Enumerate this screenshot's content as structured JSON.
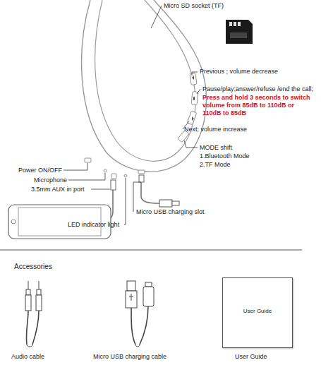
{
  "diagram": {
    "nodes": [
      {
        "text": [
          "User Guide"
        ]
      }
    ],
    "labels": [
      "Micro SD socket (TF)",
      "Previous ; volume decrease",
      "Pause/play;answer/refuse /end the call;",
      "Press and hold 3 seconds to switch volume from 85dB to 110dB or 110dB to 85dB",
      "Next; volume increase",
      "MODE shift",
      "1.Bluetooth Mode",
      "2.TF Mode",
      "Power ON/OFF",
      "Microphone",
      "3.5mm AUX in port",
      "Micro USB charging slot",
      "LED indicator light",
      "Accessories",
      "Audio cable",
      "Micro USB charging cable",
      "User Guide"
    ]
  }
}
